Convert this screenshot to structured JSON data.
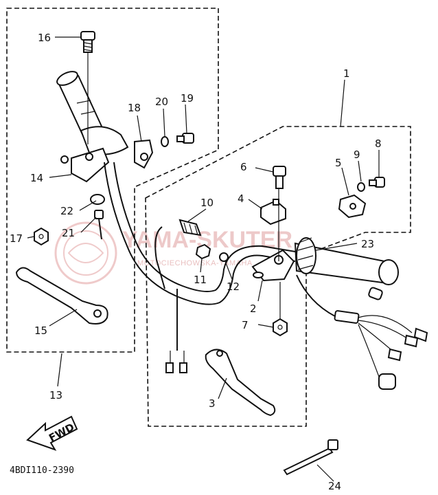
{
  "diagram": {
    "callouts": {
      "n1": "1",
      "n2": "2",
      "n3": "3",
      "n4": "4",
      "n5": "5",
      "n6": "6",
      "n7": "7",
      "n8": "8",
      "n9": "9",
      "n10": "10",
      "n11": "11",
      "n12": "12",
      "n13": "13",
      "n14": "14",
      "n15": "15",
      "n16": "16",
      "n17": "17",
      "n18": "18",
      "n19": "19",
      "n20": "20",
      "n21": "21",
      "n22": "22",
      "n23": "23",
      "n24": "24"
    },
    "fwd_label": "FWD",
    "diagram_code": "4BDI110-2390"
  },
  "watermark": {
    "text": "YAMA-SKUTER",
    "subtext": "MOTOCIECHOWSKA-YAMAHA"
  },
  "colors": {
    "ink": "#111111",
    "paper": "#ffffff",
    "watermark": "#e7b8b8"
  }
}
